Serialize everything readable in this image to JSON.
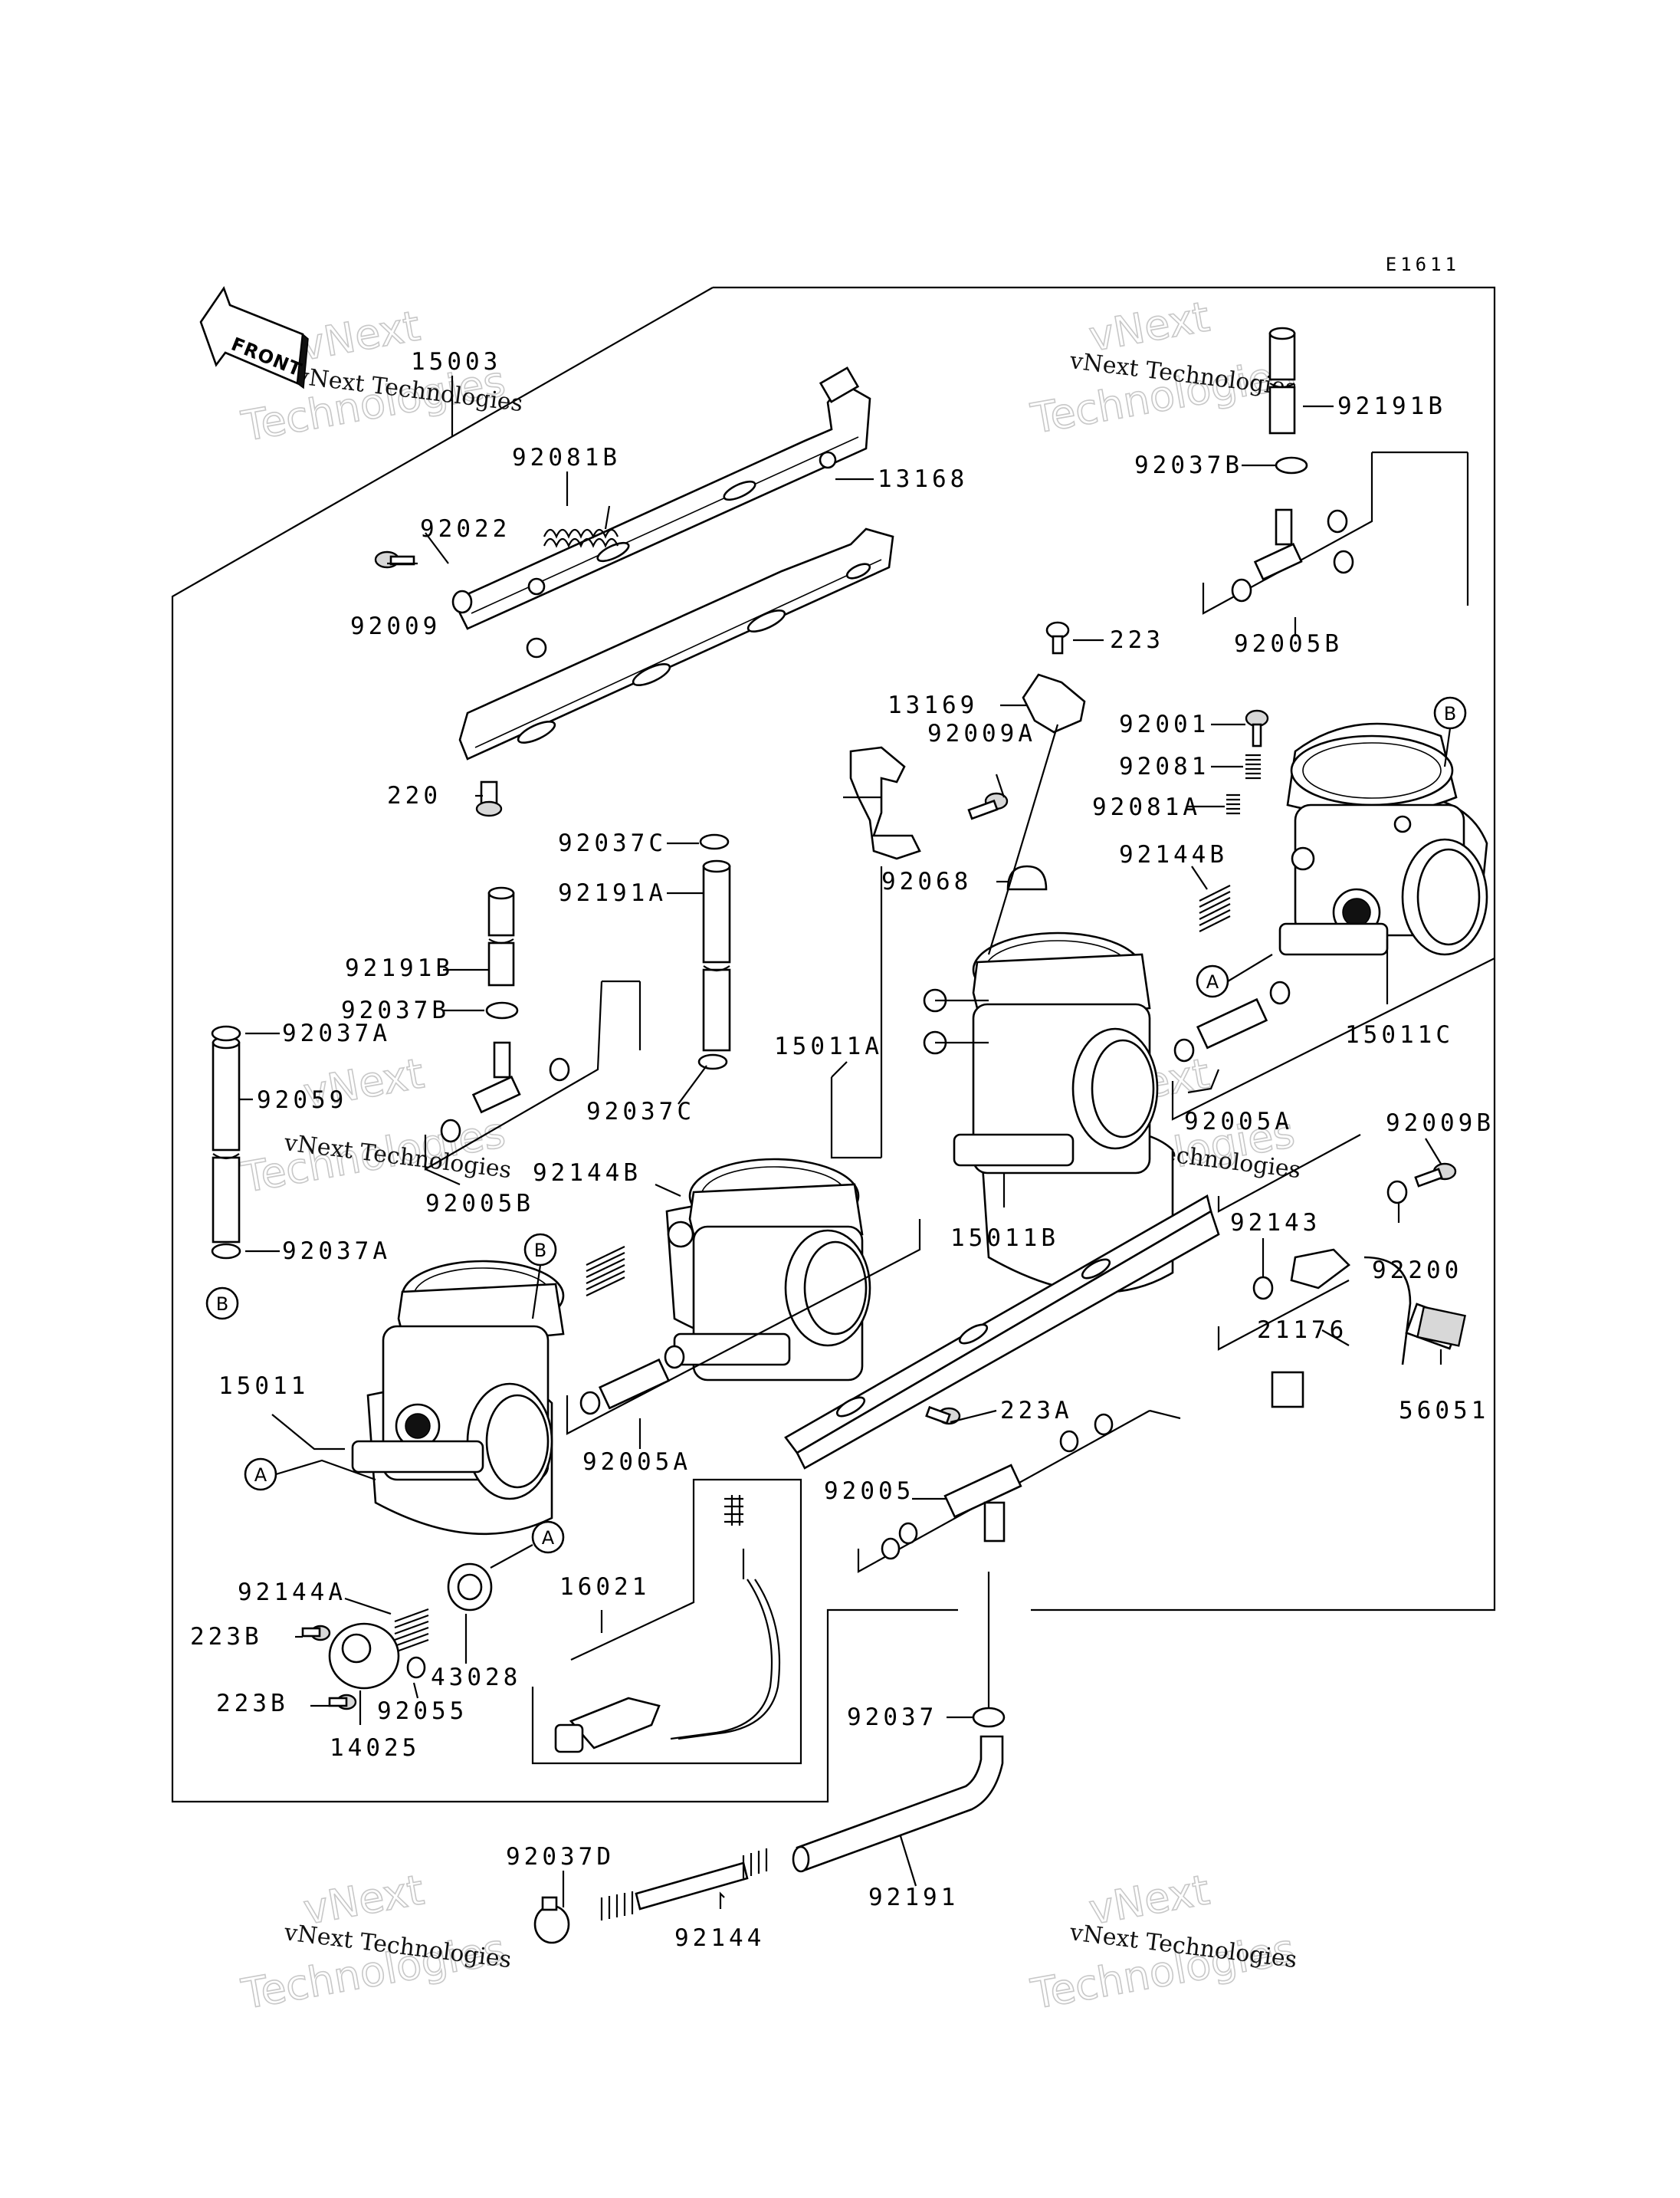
{
  "diagram_code": "E1611",
  "front_label": "FRONT",
  "watermark": {
    "line1": "vNext Technologies",
    "line2": "vNext",
    "line3": "Technologies"
  },
  "callouts": [
    {
      "id": "15003",
      "text": "15003"
    },
    {
      "id": "92081B",
      "text": "92081B"
    },
    {
      "id": "13168",
      "text": "13168"
    },
    {
      "id": "92022",
      "text": "92022"
    },
    {
      "id": "92009",
      "text": "92009"
    },
    {
      "id": "220",
      "text": "220"
    },
    {
      "id": "92191B_r",
      "text": "92191B"
    },
    {
      "id": "92037B_r",
      "text": "92037B"
    },
    {
      "id": "92005B_r",
      "text": "92005B"
    },
    {
      "id": "223",
      "text": "223"
    },
    {
      "id": "13169",
      "text": "13169"
    },
    {
      "id": "92009A",
      "text": "92009A"
    },
    {
      "id": "92001",
      "text": "92001"
    },
    {
      "id": "92081",
      "text": "92081"
    },
    {
      "id": "92081A",
      "text": "92081A"
    },
    {
      "id": "92068",
      "text": "92068"
    },
    {
      "id": "92144B_r",
      "text": "92144B"
    },
    {
      "id": "92037C_t",
      "text": "92037C"
    },
    {
      "id": "92191A",
      "text": "92191A"
    },
    {
      "id": "92191B_l",
      "text": "92191B"
    },
    {
      "id": "92037B_l",
      "text": "92037B"
    },
    {
      "id": "92037A_t",
      "text": "92037A"
    },
    {
      "id": "92059",
      "text": "92059"
    },
    {
      "id": "92005B_l",
      "text": "92005B"
    },
    {
      "id": "92037A_b",
      "text": "92037A"
    },
    {
      "id": "15011A",
      "text": "15011A"
    },
    {
      "id": "92037C_m",
      "text": "92037C"
    },
    {
      "id": "92144B_m",
      "text": "92144B"
    },
    {
      "id": "15011C",
      "text": "15011C"
    },
    {
      "id": "92005A_r",
      "text": "92005A"
    },
    {
      "id": "15011B",
      "text": "15011B"
    },
    {
      "id": "92009B",
      "text": "92009B"
    },
    {
      "id": "92143",
      "text": "92143"
    },
    {
      "id": "92200",
      "text": "92200"
    },
    {
      "id": "21176",
      "text": "21176"
    },
    {
      "id": "56051",
      "text": "56051"
    },
    {
      "id": "15011",
      "text": "15011"
    },
    {
      "id": "92005A_l",
      "text": "92005A"
    },
    {
      "id": "223A",
      "text": "223A"
    },
    {
      "id": "92005",
      "text": "92005"
    },
    {
      "id": "92144A",
      "text": "92144A"
    },
    {
      "id": "16021",
      "text": "16021"
    },
    {
      "id": "223B_t",
      "text": "223B"
    },
    {
      "id": "43028",
      "text": "43028"
    },
    {
      "id": "223B_b",
      "text": "223B"
    },
    {
      "id": "92055",
      "text": "92055"
    },
    {
      "id": "14025",
      "text": "14025"
    },
    {
      "id": "92037",
      "text": "92037"
    },
    {
      "id": "92037D",
      "text": "92037D"
    },
    {
      "id": "92191",
      "text": "92191"
    },
    {
      "id": "92144",
      "text": "92144"
    }
  ],
  "ref_markers": [
    {
      "id": "B1",
      "text": "B"
    },
    {
      "id": "B2",
      "text": "B"
    },
    {
      "id": "B3",
      "text": "B"
    },
    {
      "id": "A1",
      "text": "A"
    },
    {
      "id": "A2",
      "text": "A"
    },
    {
      "id": "A3",
      "text": "A"
    }
  ]
}
